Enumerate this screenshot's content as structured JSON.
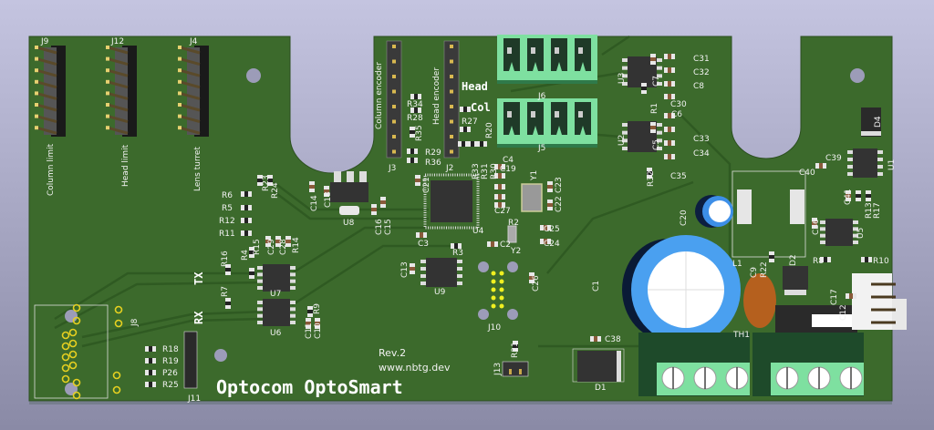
{
  "board": {
    "title": "Optocom OptoSmart",
    "revision": "Rev.2",
    "website": "www.nbtg.dev",
    "colors": {
      "soldermask": "#3c6a2c",
      "trace": "#2f5a22",
      "silkscreen": "#f2f2f2",
      "terminal": "#7ee0a0",
      "background": "#a8a8c8"
    }
  },
  "connector_labels": {
    "column_limit": "Column limit",
    "head_limit": "Head limit",
    "lens_turret": "Lens turret",
    "column_encoder": "Column encoder",
    "head_encoder": "Head encoder",
    "head": "Head",
    "col": "Col",
    "tx": "TX",
    "rx": "RX"
  },
  "refs": {
    "J9": "J9",
    "J12": "J12",
    "J4": "J4",
    "J3": "J3",
    "J2": "J2",
    "J6": "J6",
    "J5": "J5",
    "J8": "J8",
    "J10": "J10",
    "J11": "J11",
    "J13": "J13",
    "U1": "U1",
    "U2": "U2",
    "U3": "U3",
    "U4": "U4",
    "U5": "U5",
    "U6": "U6",
    "U7": "U7",
    "U8": "U8",
    "U9": "U9",
    "R1": "R1",
    "R2": "R2",
    "R3": "R3",
    "R4": "R4",
    "R5": "R5",
    "R6": "R6",
    "R7": "R7",
    "R8": "R8",
    "R9": "R9",
    "R10": "R10",
    "R11": "R11",
    "R12": "R12",
    "R13": "R13",
    "R14": "R14",
    "R15": "R15",
    "R16": "R16",
    "R17": "R17",
    "R18": "R18",
    "R19": "R19",
    "R20": "R20",
    "R21": "R21",
    "R22": "R22",
    "R23": "R23",
    "R24": "R24",
    "R25": "R25",
    "P26": "P26",
    "R27": "R27",
    "R28": "R28",
    "R29": "R29",
    "R30": "R30",
    "R31": "R31",
    "R32": "R32",
    "R33": "R33",
    "R34": "R34",
    "R35": "R35",
    "R36": "R36",
    "C1": "C1",
    "C2": "C2",
    "C3": "C3",
    "C4": "C4",
    "C5": "C5",
    "C6": "C6",
    "C7": "C7",
    "C8": "C8",
    "C9": "C9",
    "C10": "C10",
    "C11": "C11",
    "C12": "C12",
    "C13": "C13",
    "C14": "C14",
    "C15": "C15",
    "C16": "C16",
    "C17": "C17",
    "C18": "C18",
    "C19": "C19",
    "C20": "C20",
    "C21": "C21",
    "C22": "C22",
    "C23": "C23",
    "C24": "C24",
    "C25": "C25",
    "C26": "C26",
    "C27": "C27",
    "C28": "C28",
    "C29": "C29",
    "C30": "C30",
    "C31": "C31",
    "C32": "C32",
    "C33": "C33",
    "C34": "C34",
    "C35": "C35",
    "C36": "C36",
    "C38": "C38",
    "C39": "C39",
    "C40": "C40",
    "C41": "C41",
    "D1": "D1",
    "D2": "D2",
    "D4": "D4",
    "L1": "L1",
    "Y1": "Y1",
    "Y2": "Y2",
    "TH1": "TH1"
  }
}
